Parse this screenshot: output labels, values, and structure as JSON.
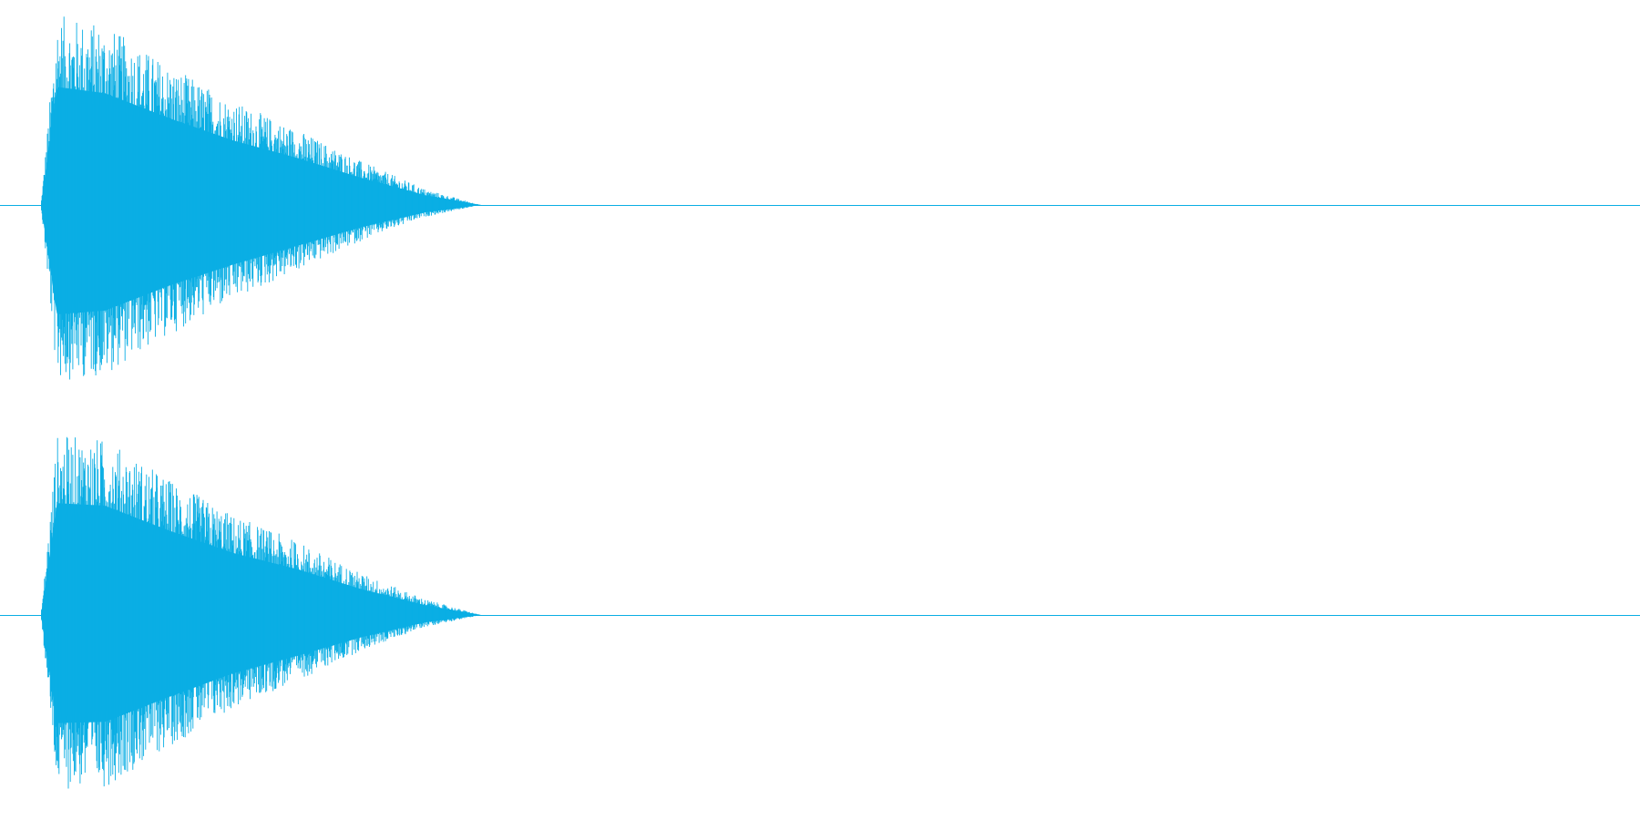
{
  "chart_data": {
    "type": "line",
    "title": "",
    "xlabel": "",
    "ylabel": "",
    "description_visible": false,
    "channels": [
      {
        "name": "",
        "envelope": {
          "x": [
            0.0,
            0.01,
            0.04,
            0.08,
            0.12,
            0.16,
            0.2,
            0.24,
            0.275
          ],
          "y_max": [
            0.0,
            0.95,
            0.9,
            0.7,
            0.52,
            0.38,
            0.22,
            0.08,
            0.0
          ],
          "y_min": [
            0.0,
            -0.88,
            -0.85,
            -0.65,
            -0.48,
            -0.33,
            -0.18,
            -0.06,
            0.0
          ]
        }
      },
      {
        "name": "",
        "envelope": {
          "x": [
            0.0,
            0.01,
            0.04,
            0.08,
            0.12,
            0.16,
            0.2,
            0.24,
            0.275
          ],
          "y_max": [
            0.0,
            0.9,
            0.88,
            0.68,
            0.5,
            0.37,
            0.21,
            0.08,
            0.0
          ],
          "y_min": [
            0.0,
            -0.87,
            -0.86,
            -0.66,
            -0.47,
            -0.33,
            -0.18,
            -0.06,
            0.0
          ]
        }
      }
    ],
    "xlim": [
      0.0,
      1.0
    ],
    "ylim": [
      -1.0,
      1.0
    ],
    "grid": false,
    "legend": "none"
  },
  "colors": {
    "waveform": "#0aaee4",
    "background": "#ffffff",
    "baseline": "#0aaee4"
  }
}
